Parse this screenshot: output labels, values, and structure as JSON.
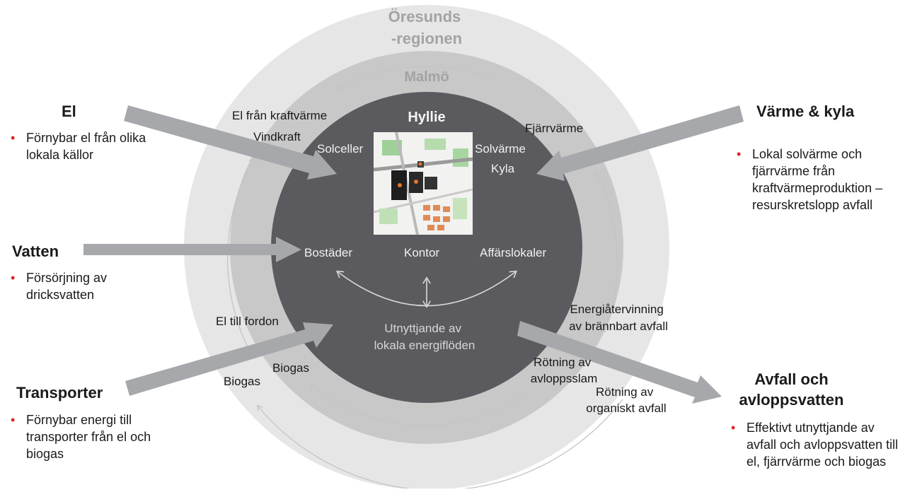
{
  "rings": {
    "outer": "Öresunds\n-regionen",
    "middle": "Malmö",
    "inner": "Hyllie"
  },
  "labels": {
    "el_fran_kraftvarme": "El från kraftvärme",
    "vindkraft": "Vindkraft",
    "solceller": "Solceller",
    "fjarrvarme": "Fjärrvärme",
    "solvarme": "Solvärme",
    "kyla": "Kyla",
    "bostader": "Bostäder",
    "kontor": "Kontor",
    "affarslokaler": "Affärslokaler",
    "utnyttjande": "Utnyttjande av\nlokala energiflöden",
    "el_till_fordon": "El till fordon",
    "biogas_inner": "Biogas",
    "biogas_outer": "Biogas",
    "energiatervinning": "Energiåtervinning\nav brännbart avfall",
    "rotning_slam": "Rötning av\navloppsslam",
    "rotning_organiskt": "Rötning av\norganiskt avfall"
  },
  "sections": {
    "el": {
      "title": "El",
      "bullets": [
        "Förnybar el från olika lokala källor"
      ]
    },
    "varme": {
      "title": "Värme & kyla",
      "bullets": [
        "Lokal solvärme och fjärrvärme från kraftvärmeproduktion – resurskretslopp avfall"
      ]
    },
    "vatten": {
      "title": "Vatten",
      "bullets": [
        "Försörjning av dricksvatten"
      ]
    },
    "transporter": {
      "title": "Transporter",
      "bullets": [
        "Förnybar energi till transporter från el och biogas"
      ]
    },
    "avfall": {
      "title": "Avfall och\navloppsvatten",
      "bullets": [
        "Effektivt utnyttjande av avfall och avloppsvatten till el, fjärrvärme och biogas"
      ]
    }
  },
  "colors": {
    "ring_outer": "#e6e6e6",
    "ring_middle": "#c8c8c8",
    "core": "#5b5b5f",
    "arrow": "#a6a8ab",
    "bullet": "#e2252b",
    "ring_text": "#a3a3a3"
  },
  "icons": {
    "site_map": "hyllie-site-map-image"
  }
}
